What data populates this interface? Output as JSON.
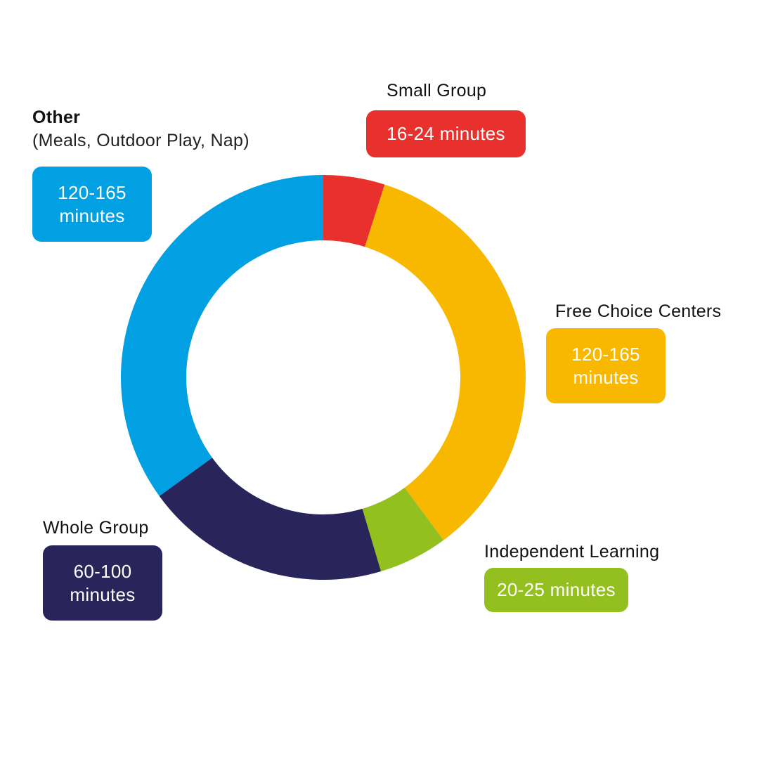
{
  "chart_data": {
    "type": "pie",
    "style": "donut",
    "slices": [
      {
        "label": "Small Group",
        "sublabel": "",
        "value_text": "16-24 minutes",
        "value": 20,
        "color": "#e8302c"
      },
      {
        "label": "Free Choice Centers",
        "sublabel": "",
        "value_text": "120-165\nminutes",
        "value": 142.5,
        "color": "#f9b800"
      },
      {
        "label": "Independent Learning",
        "sublabel": "",
        "value_text": "20-25 minutes",
        "value": 22.5,
        "color": "#93c01f"
      },
      {
        "label": "Whole Group",
        "sublabel": "",
        "value_text": "60-100\nminutes",
        "value": 80,
        "color": "#29245a"
      },
      {
        "label": "Other",
        "sublabel": "(Meals, Outdoor Play, Nap)",
        "value_text": "120-165\nminutes",
        "value": 142.5,
        "color": "#00a0e2"
      }
    ]
  }
}
